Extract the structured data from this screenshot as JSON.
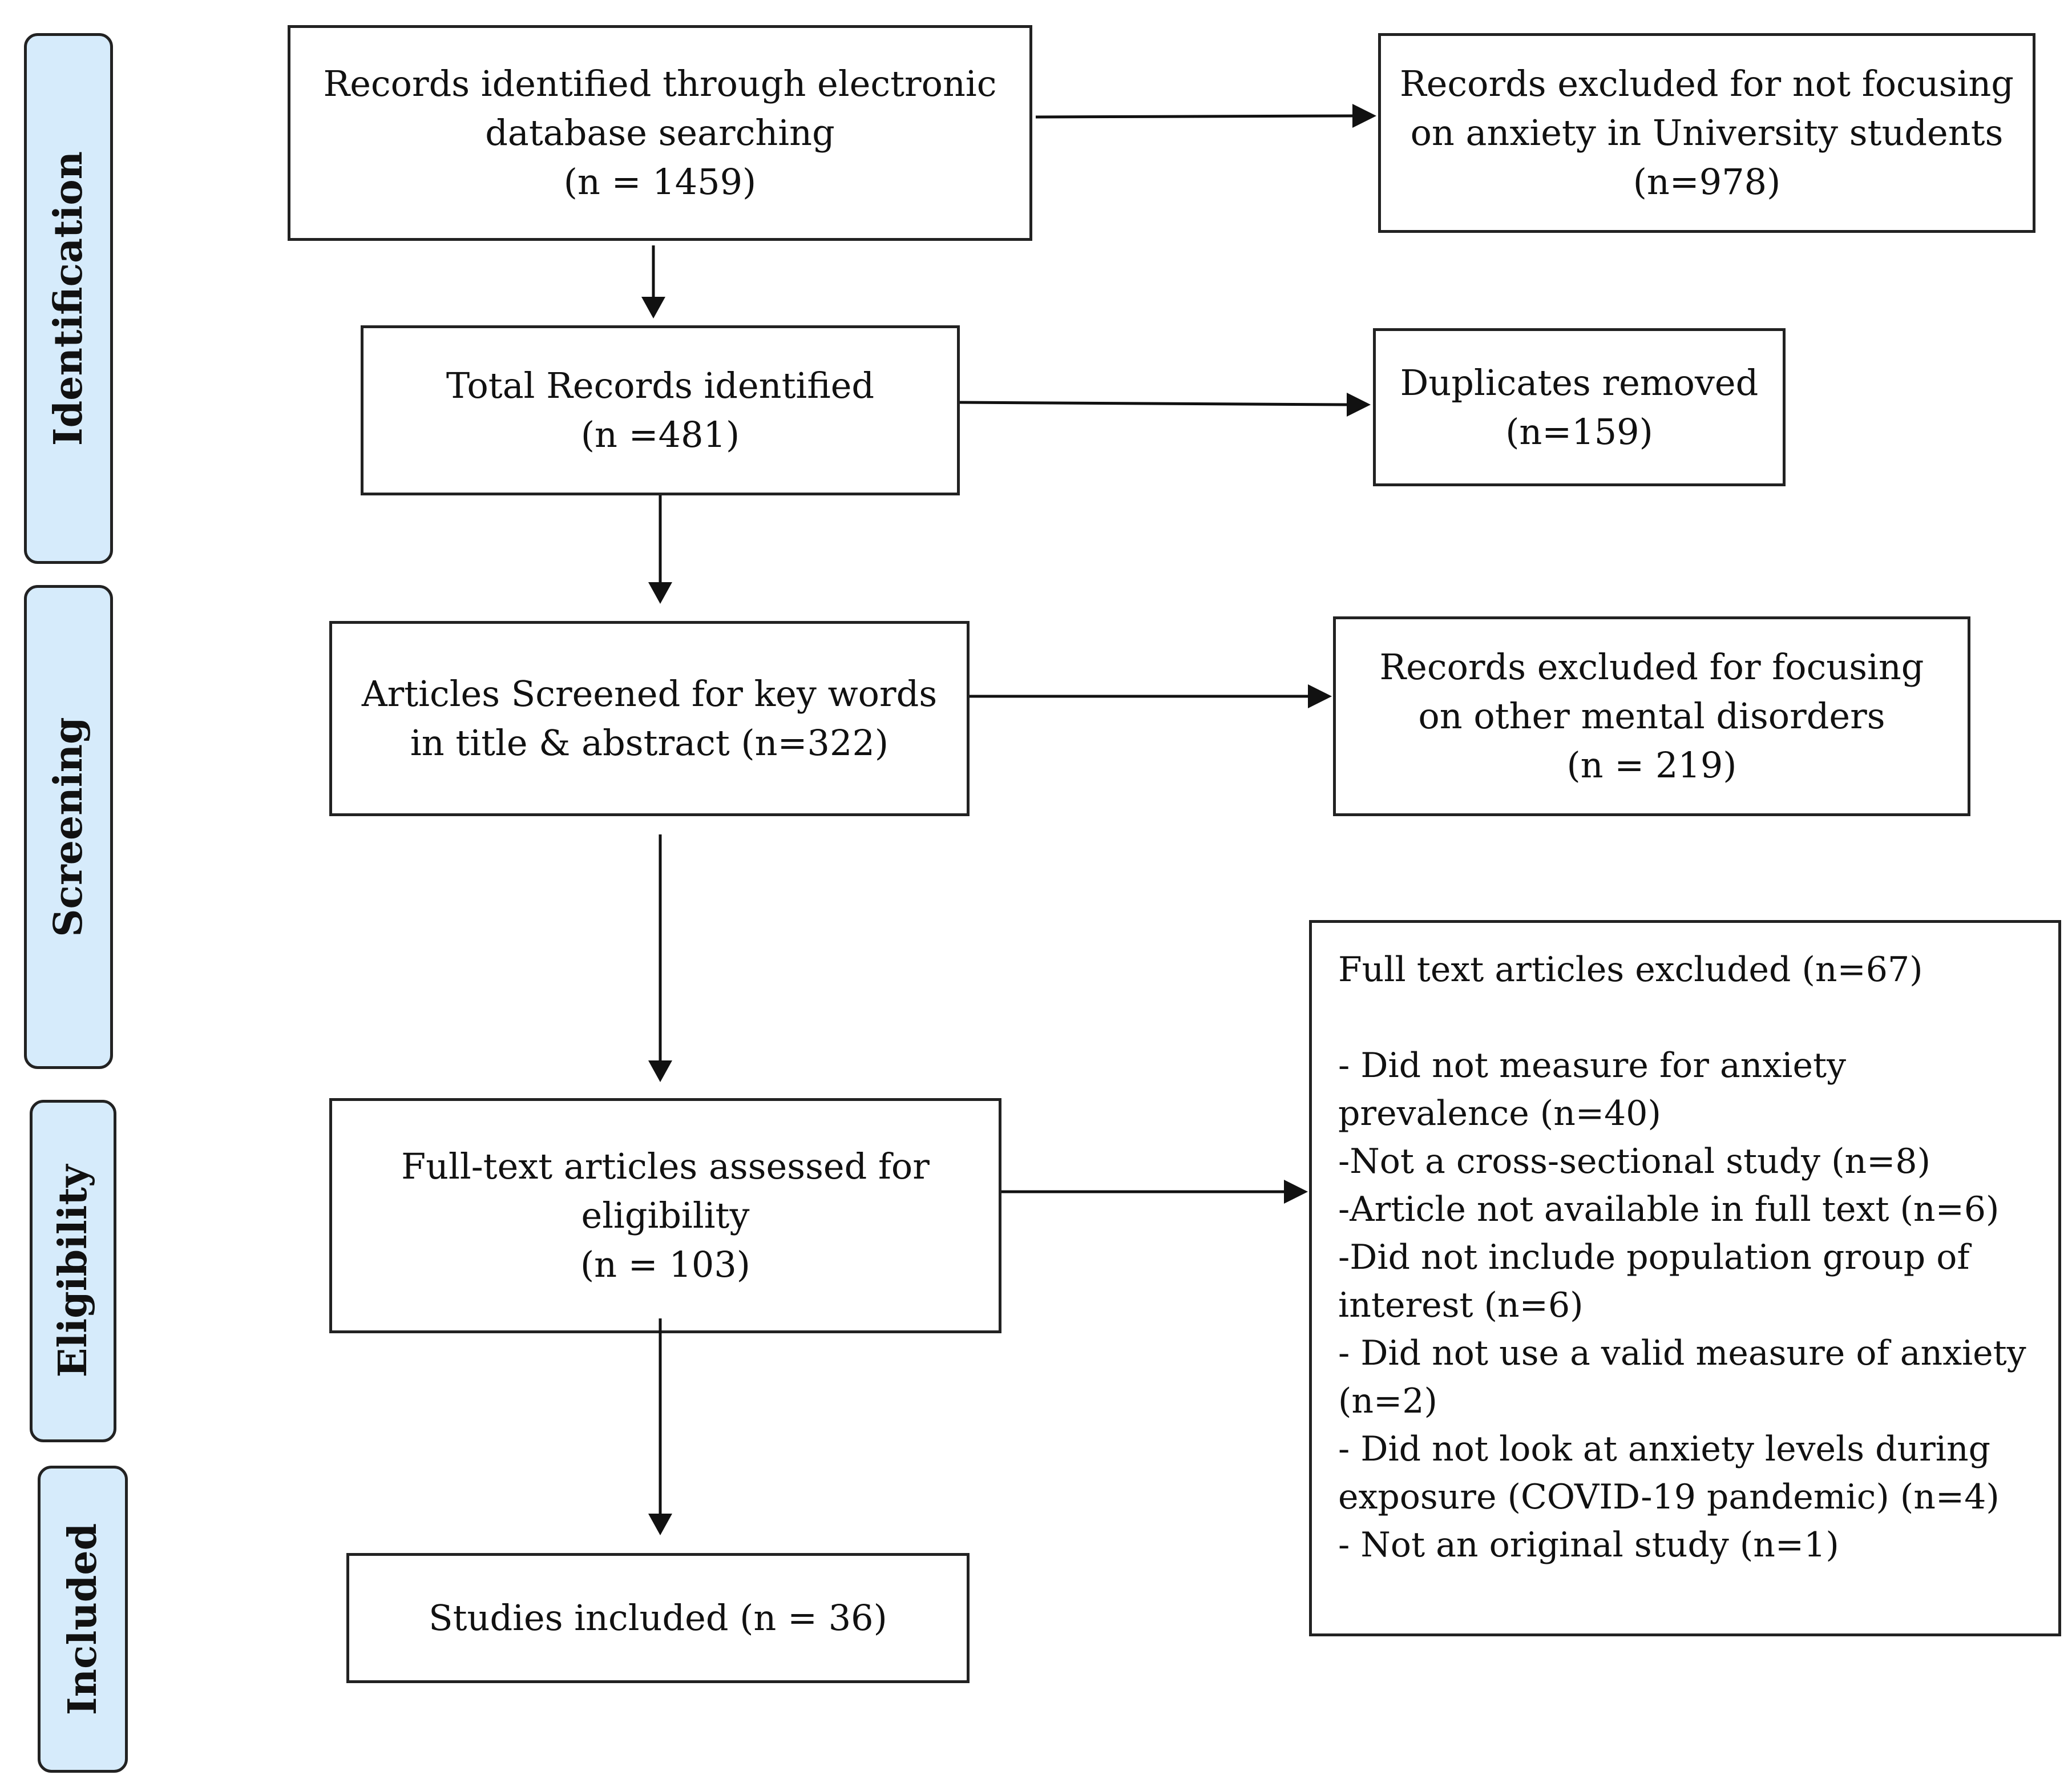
{
  "phases": {
    "identification": "Identification",
    "screening": "Screening",
    "eligibility": "Eligibility",
    "included": "Included"
  },
  "boxes": {
    "records_identified": {
      "line1": "Records identified through electronic",
      "line2": "database searching",
      "line3": "(n = 1459)"
    },
    "records_excluded_not_focusing": {
      "line1": "Records excluded for not focusing",
      "line2": "on anxiety in University students",
      "line3": "(n=978)"
    },
    "total_records": {
      "line1": "Total Records identified",
      "line2": "(n =481)"
    },
    "duplicates_removed": {
      "line1": "Duplicates removed",
      "line2": "(n=159)"
    },
    "articles_screened": {
      "line1": "Articles Screened for key words",
      "line2": "in title & abstract (n=322)"
    },
    "records_excluded_other_disorders": {
      "line1": "Records excluded for focusing",
      "line2": "on other mental disorders",
      "line3": "(n = 219)"
    },
    "fulltext_assessed": {
      "line1": "Full-text articles assessed for",
      "line2": "eligibility",
      "line3": "(n = 103)"
    },
    "fulltext_excluded": {
      "heading": "Full text articles excluded (n=67)",
      "lines": [
        "- Did not measure for anxiety",
        "prevalence (n=40)",
        "-Not a cross-sectional study (n=8)",
        "-Article not available in full text (n=6)",
        "-Did not include population group of",
        "interest (n=6)",
        "- Did not use a valid measure of anxiety",
        "(n=2)",
        "-  Did not look at anxiety levels during",
        "exposure (COVID-19 pandemic) (n=4)",
        "- Not an original study (n=1)"
      ]
    },
    "studies_included": {
      "line1": "Studies included (n = 36)"
    }
  }
}
